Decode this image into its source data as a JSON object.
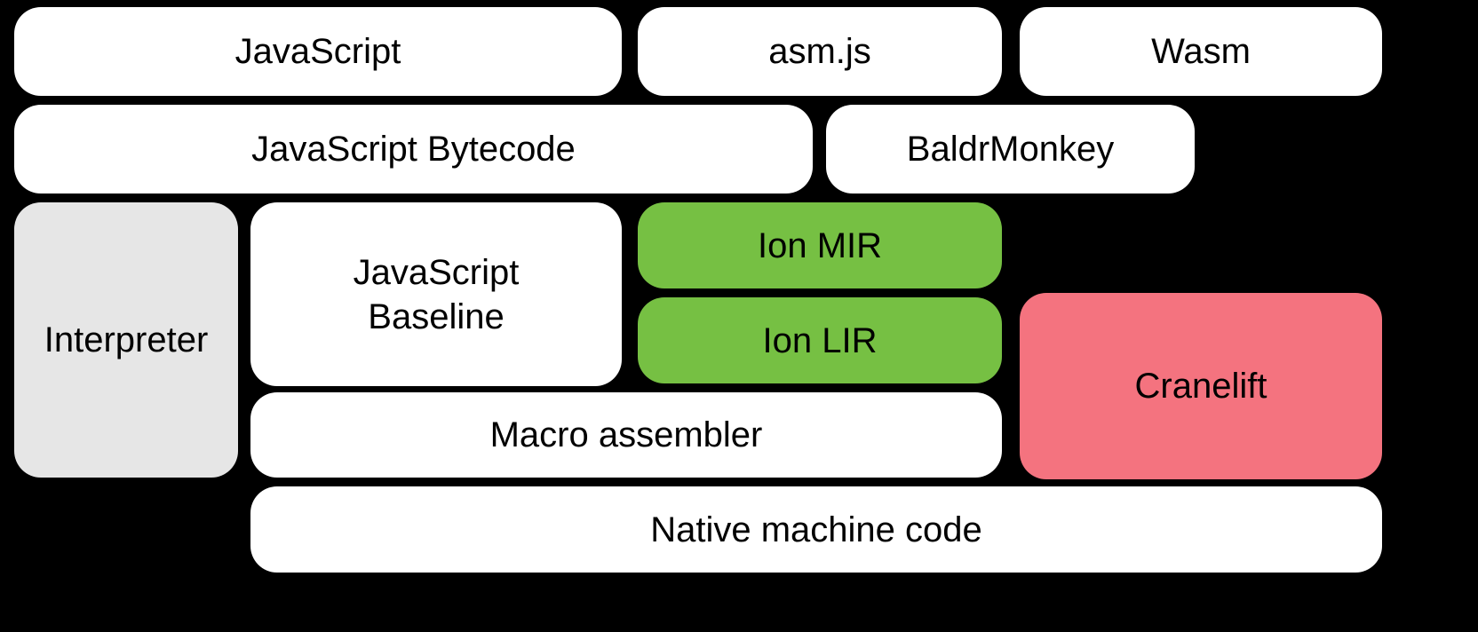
{
  "colors": {
    "background": "#000000",
    "box_white": "#ffffff",
    "box_gray": "#e6e6e6",
    "box_green": "#76c043",
    "box_pink": "#f4737f",
    "text": "#000000"
  },
  "boxes": {
    "javascript": {
      "label": "JavaScript",
      "color": "#ffffff"
    },
    "asmjs": {
      "label": "asm.js",
      "color": "#ffffff"
    },
    "wasm": {
      "label": "Wasm",
      "color": "#ffffff"
    },
    "javascript_bytecode": {
      "label": "JavaScript Bytecode",
      "color": "#ffffff"
    },
    "baldrmonkey": {
      "label": "BaldrMonkey",
      "color": "#ffffff"
    },
    "interpreter": {
      "label": "Interpreter",
      "color": "#e6e6e6"
    },
    "javascript_baseline": {
      "label": "JavaScript Baseline",
      "color": "#ffffff"
    },
    "ion_mir": {
      "label": "Ion MIR",
      "color": "#76c043"
    },
    "ion_lir": {
      "label": "Ion LIR",
      "color": "#76c043"
    },
    "cranelift": {
      "label": "Cranelift",
      "color": "#f4737f"
    },
    "macro_assembler": {
      "label": "Macro assembler",
      "color": "#ffffff"
    },
    "native_machine_code": {
      "label": "Native machine code",
      "color": "#ffffff"
    }
  }
}
